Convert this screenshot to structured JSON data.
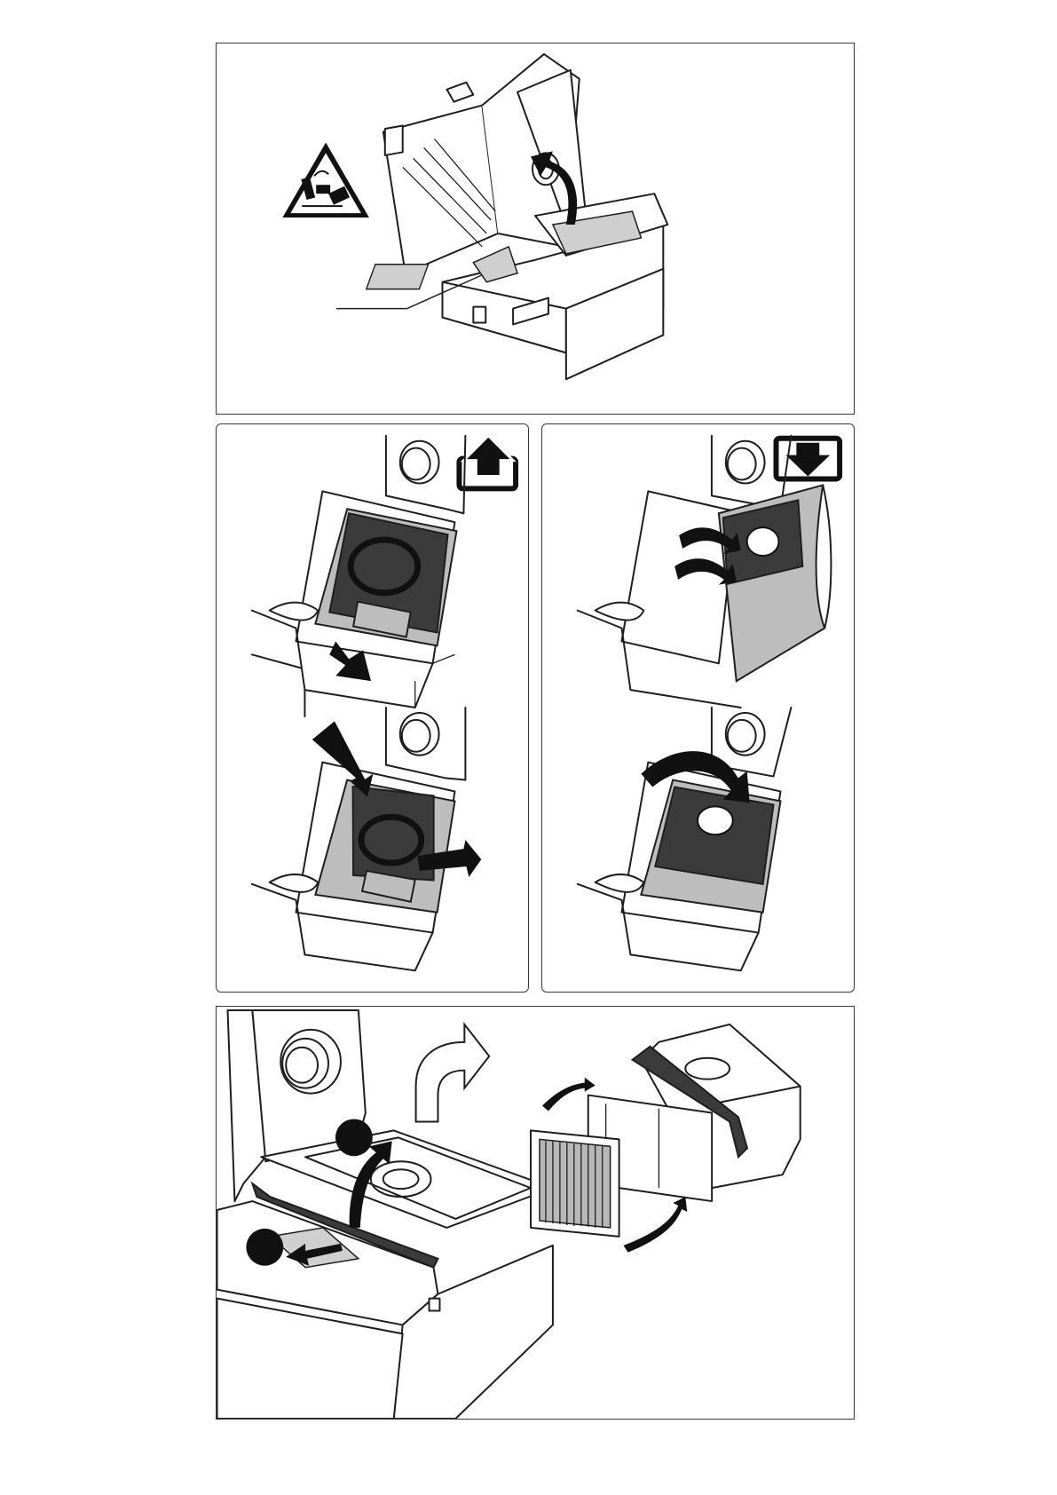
{
  "page": {
    "figures": [
      {
        "id": "open-lid-and-release",
        "callouts": 1
      },
      {
        "id": "remove-dust-bag",
        "steps": 2
      },
      {
        "id": "insert-dust-bag",
        "steps": 2
      },
      {
        "id": "replace-filter",
        "markers": 2
      }
    ],
    "icons": [
      "hand-crush-warning-icon",
      "remove-bag-icon",
      "insert-bag-icon"
    ],
    "colors": {
      "line": "#1e1e1e",
      "bag_dark": "#3b3b3b",
      "bag_light": "#bdbdbd",
      "arrow": "#111111",
      "warning_fill": "#ffffff"
    }
  }
}
